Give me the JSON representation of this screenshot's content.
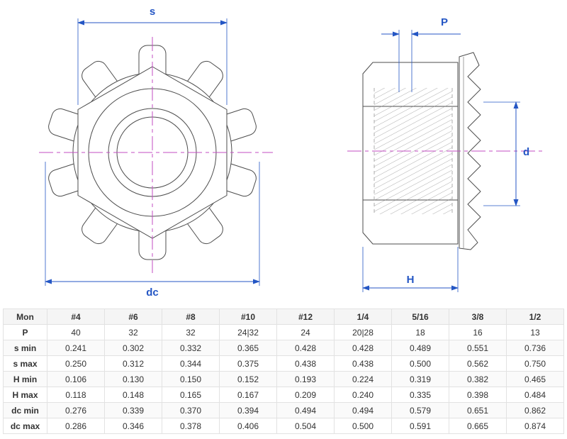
{
  "colors": {
    "dimension": "#2456c4",
    "centerline": "#c34ec3",
    "outline": "#4d4d4d",
    "table_border": "#e2e2e2"
  },
  "drawing": {
    "labels": {
      "s": "s",
      "dc": "dc",
      "P": "P",
      "d": "d",
      "H": "H"
    }
  },
  "table": {
    "header": [
      "Mon",
      "#4",
      "#6",
      "#8",
      "#10",
      "#12",
      "1/4",
      "5/16",
      "3/8",
      "1/2"
    ],
    "rows": [
      [
        "P",
        "40",
        "32",
        "32",
        "24|32",
        "24",
        "20|28",
        "18",
        "16",
        "13"
      ],
      [
        "s min",
        "0.241",
        "0.302",
        "0.332",
        "0.365",
        "0.428",
        "0.428",
        "0.489",
        "0.551",
        "0.736"
      ],
      [
        "s max",
        "0.250",
        "0.312",
        "0.344",
        "0.375",
        "0.438",
        "0.438",
        "0.500",
        "0.562",
        "0.750"
      ],
      [
        "H min",
        "0.106",
        "0.130",
        "0.150",
        "0.152",
        "0.193",
        "0.224",
        "0.319",
        "0.382",
        "0.465"
      ],
      [
        "H max",
        "0.118",
        "0.148",
        "0.165",
        "0.167",
        "0.209",
        "0.240",
        "0.335",
        "0.398",
        "0.484"
      ],
      [
        "dc min",
        "0.276",
        "0.339",
        "0.370",
        "0.394",
        "0.494",
        "0.494",
        "0.579",
        "0.651",
        "0.862"
      ],
      [
        "dc max",
        "0.286",
        "0.346",
        "0.378",
        "0.406",
        "0.504",
        "0.500",
        "0.591",
        "0.665",
        "0.874"
      ]
    ]
  }
}
